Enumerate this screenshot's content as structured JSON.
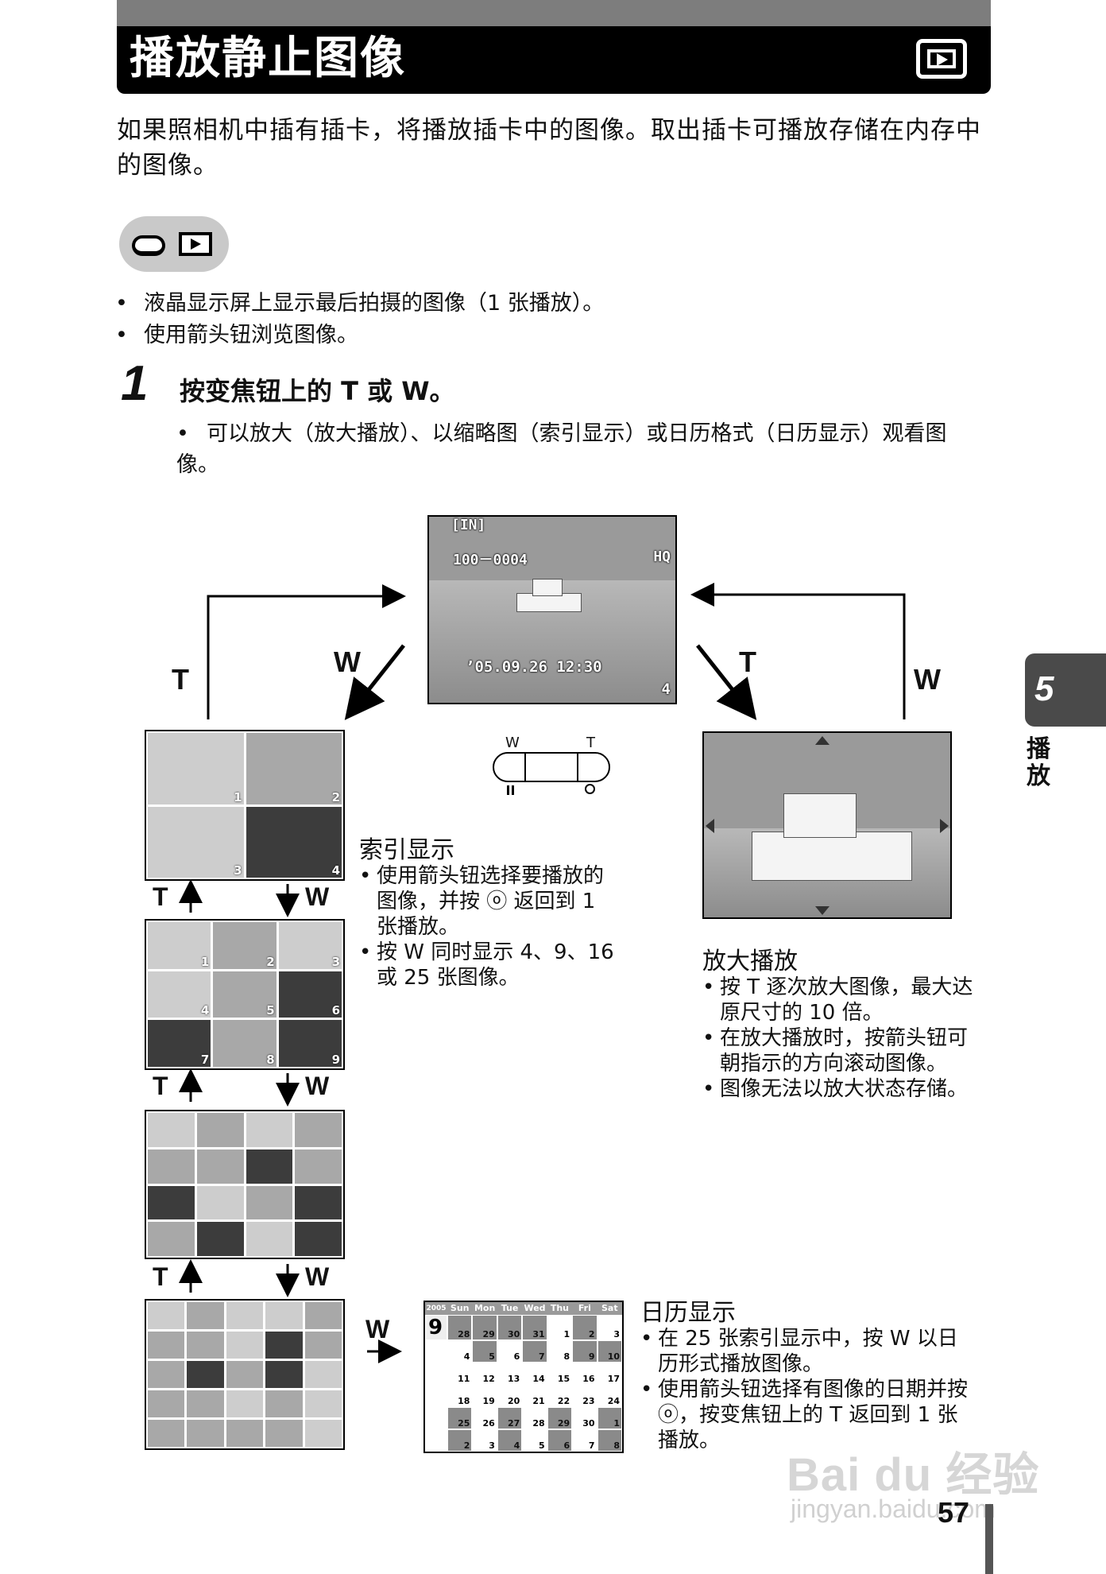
{
  "header": {
    "title": "播放静止图像"
  },
  "intro": "如果照相机中插有插卡，将播放插卡中的图像。取出插卡可播放存储在内存中的图像。",
  "bullets": [
    "液晶显示屏上显示最后拍摄的图像（1 张播放）。",
    "使用箭头钮浏览图像。"
  ],
  "step": {
    "number": "1",
    "text": "按变焦钮上的 T 或 W。",
    "sub": "可以放大（放大播放）、以缩略图（索引显示）或日历格式（日历显示）观看图像。"
  },
  "main_screen": {
    "in_label": "[IN]",
    "file": "100－0004",
    "quality": "HQ",
    "datetime": "’05.09.26  12:30",
    "count": "4"
  },
  "arrows": {
    "t": "T",
    "w": "W"
  },
  "lever": {
    "w": "W",
    "t": "T"
  },
  "index": {
    "title": "索引显示",
    "items": [
      "使用箭头钮选择要播放的图像，并按 ⓞ 返回到 1 张播放。",
      "按 W 同时显示 4、9、16 或 25 张图像。"
    ],
    "grid4": [
      "1",
      "2",
      "3",
      "4"
    ],
    "grid9": [
      "1",
      "2",
      "3",
      "4",
      "5",
      "6",
      "7",
      "8",
      "9"
    ]
  },
  "zoom": {
    "title": "放大播放",
    "items": [
      "按 T 逐次放大图像，最大达原尺寸的 10 倍。",
      "在放大播放时，按箭头钮可朝指示的方向滚动图像。",
      "图像无法以放大状态存储。"
    ]
  },
  "calendar": {
    "title": "日历显示",
    "items": [
      "在 25 张索引显示中，按 W 以日历形式播放图像。",
      "使用箭头钮选择有图像的日期并按 ⓞ，按变焦钮上的 T 返回到 1 张播放。"
    ],
    "year": "2005",
    "month": "9",
    "days_header": [
      "Sun",
      "Mon",
      "Tue",
      "Wed",
      "Thu",
      "Fri",
      "Sat"
    ],
    "weeks": [
      [
        "28",
        "29",
        "30",
        "31",
        "1",
        "2",
        "3"
      ],
      [
        "4",
        "5",
        "6",
        "7",
        "8",
        "9",
        "10"
      ],
      [
        "11",
        "12",
        "13",
        "14",
        "15",
        "16",
        "17"
      ],
      [
        "18",
        "19",
        "20",
        "21",
        "22",
        "23",
        "24"
      ],
      [
        "25",
        "26",
        "27",
        "28",
        "29",
        "30",
        "1"
      ],
      [
        "2",
        "3",
        "4",
        "5",
        "6",
        "7",
        "8"
      ]
    ]
  },
  "side_tab": {
    "number": "5",
    "label": "播放"
  },
  "page_number": "57",
  "watermark": {
    "line1": "Bai du 经验",
    "line2": "jingyan.baidu.com"
  }
}
